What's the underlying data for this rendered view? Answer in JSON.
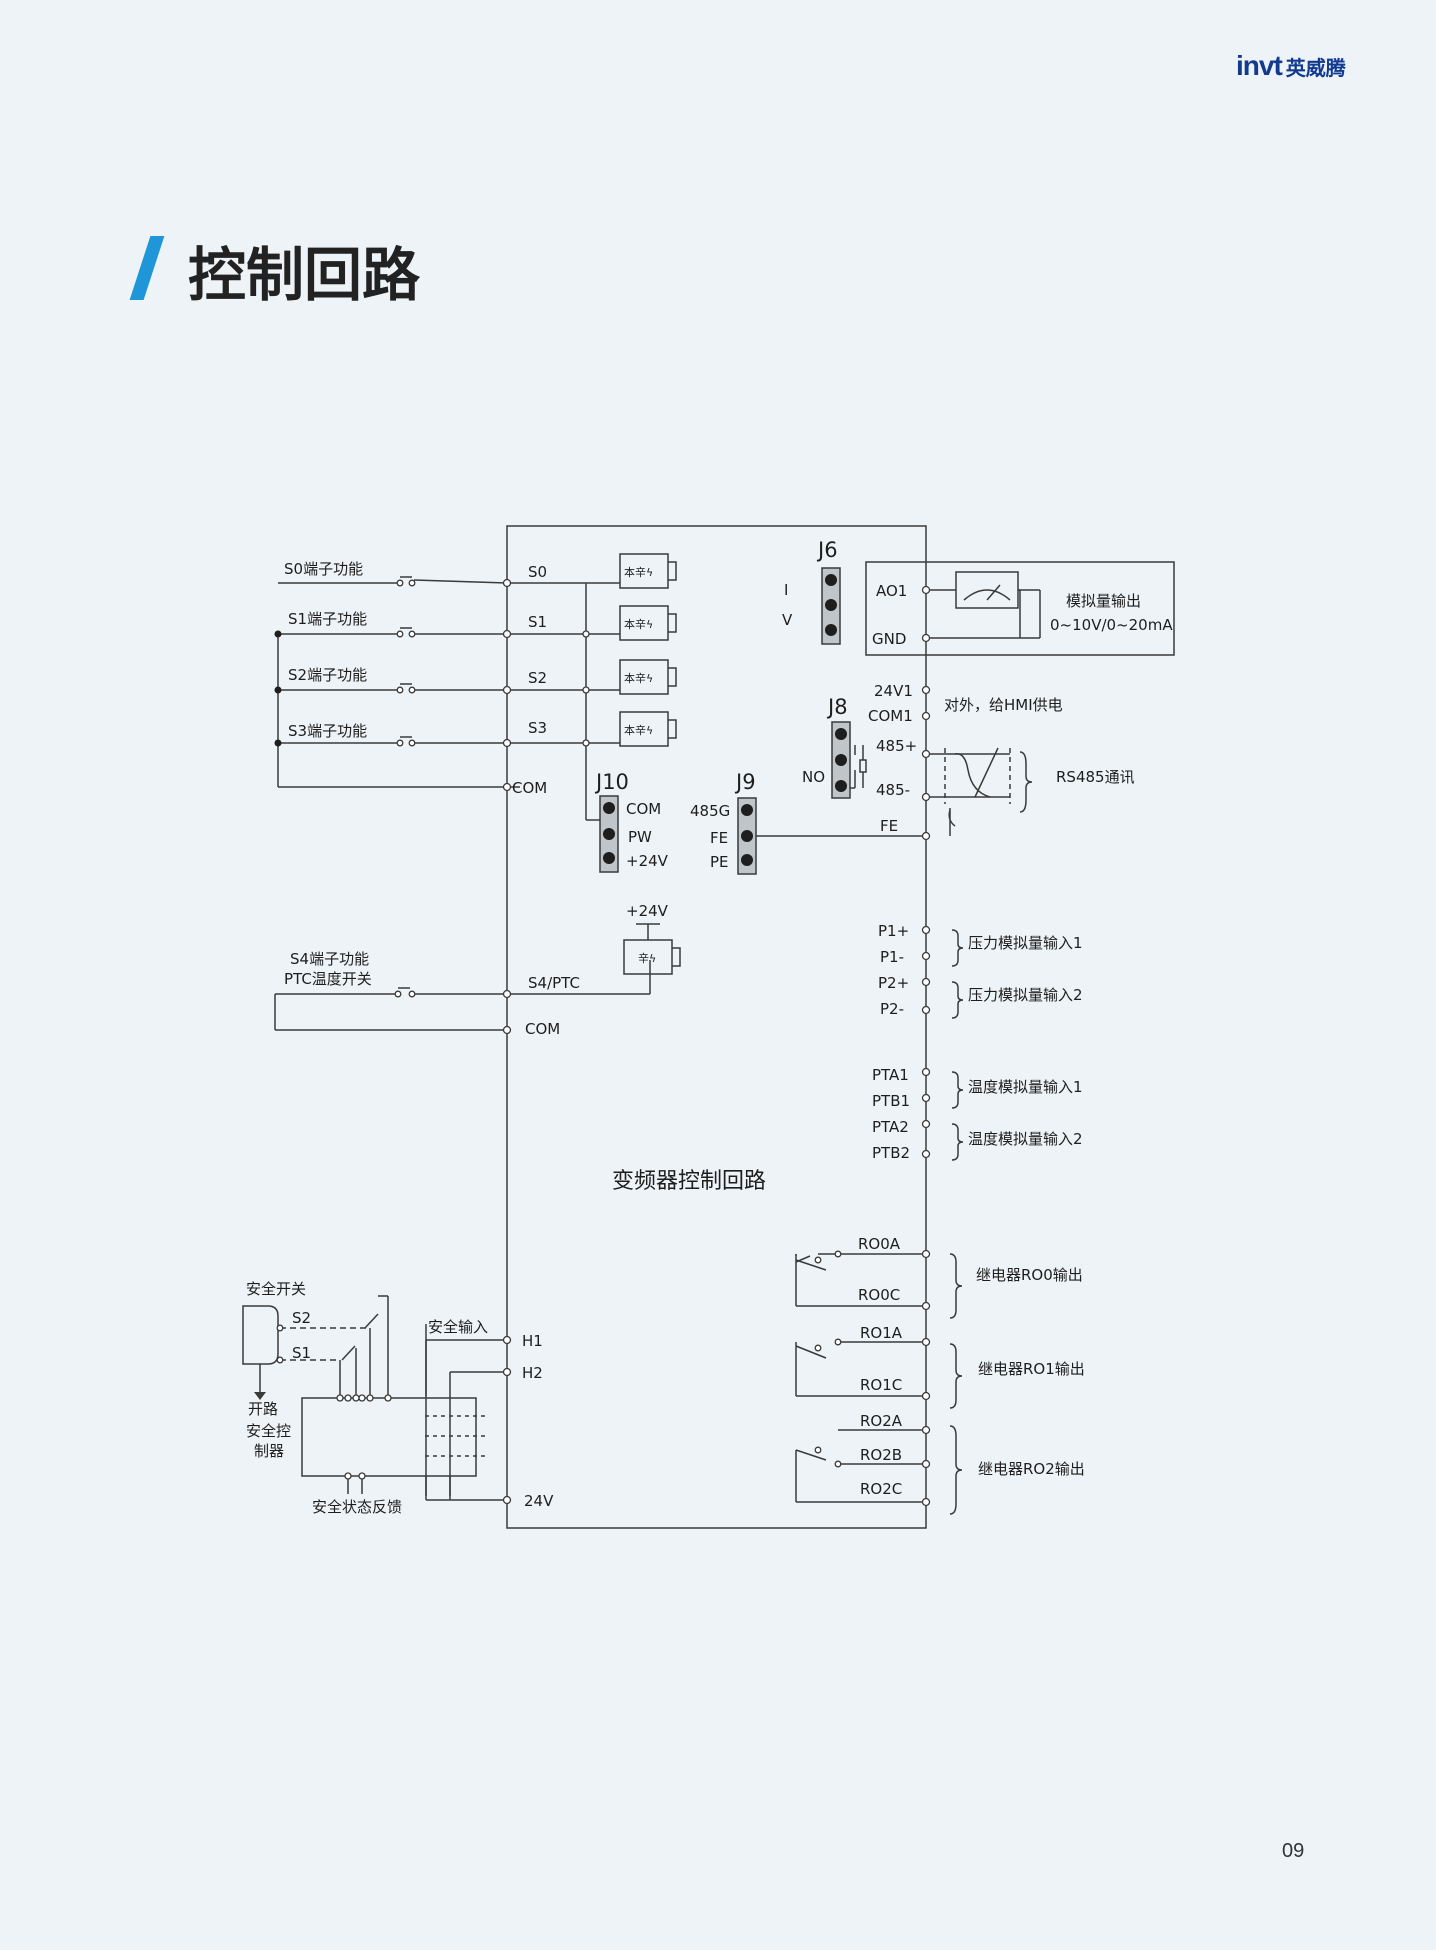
{
  "brand": {
    "logo_latin": "invt",
    "logo_cn": "英威腾"
  },
  "page": {
    "title": "控制回路",
    "number": "09"
  },
  "diagram": {
    "center_label": "变频器控制回路",
    "left_inputs": [
      {
        "label": "S0端子功能",
        "terminal": "S0"
      },
      {
        "label": "S1端子功能",
        "terminal": "S1"
      },
      {
        "label": "S2端子功能",
        "terminal": "S2"
      },
      {
        "label": "S3端子功能",
        "terminal": "S3"
      }
    ],
    "com": "COM",
    "s4": {
      "label1": "S4端子功能",
      "label2": "PTC温度开关",
      "terminal": "S4/PTC",
      "com": "COM",
      "supply": "+24V"
    },
    "j10": {
      "name": "J10",
      "pins": [
        "COM",
        "PW",
        "+24V"
      ]
    },
    "j9": {
      "name": "J9",
      "pins": [
        "485G",
        "FE",
        "PE"
      ]
    },
    "j6": {
      "name": "J6",
      "pins": [
        "I",
        "V"
      ]
    },
    "j8": {
      "name": "J8",
      "pins": [
        "NO"
      ]
    },
    "analog_output": {
      "terminals": [
        "AO1",
        "GND"
      ],
      "desc1": "模拟量输出",
      "desc2": "0~10V/0~20mA"
    },
    "hmi_power": {
      "terminals": [
        "24V1",
        "COM1"
      ],
      "desc": "对外，给HMI供电"
    },
    "rs485": {
      "terminals": [
        "485+",
        "485-",
        "FE"
      ],
      "desc": "RS485通讯"
    },
    "pressure_inputs": {
      "terminals": [
        "P1+",
        "P1-",
        "P2+",
        "P2-"
      ],
      "desc": [
        "压力模拟量输入1",
        "压力模拟量输入2"
      ]
    },
    "temp_inputs": {
      "terminals": [
        "PTA1",
        "PTB1",
        "PTA2",
        "PTB2"
      ],
      "desc": [
        "温度模拟量输入1",
        "温度模拟量输入2"
      ]
    },
    "relays": [
      {
        "terminals": [
          "RO0A",
          "RO0C"
        ],
        "desc": "继电器RO0输出"
      },
      {
        "terminals": [
          "RO1A",
          "RO1C"
        ],
        "desc": "继电器RO1输出"
      },
      {
        "terminals": [
          "RO2A",
          "RO2B",
          "RO2C"
        ],
        "desc": "继电器RO2输出"
      }
    ],
    "safety": {
      "switch_label": "安全开关",
      "switch_contacts": [
        "S2",
        "S1"
      ],
      "open_label": "开路",
      "controller_label1": "安全控",
      "controller_label2": "制器",
      "input_label": "安全输入",
      "terminals": [
        "H1",
        "H2",
        "24V"
      ],
      "feedback_label": "安全状态反馈"
    }
  }
}
